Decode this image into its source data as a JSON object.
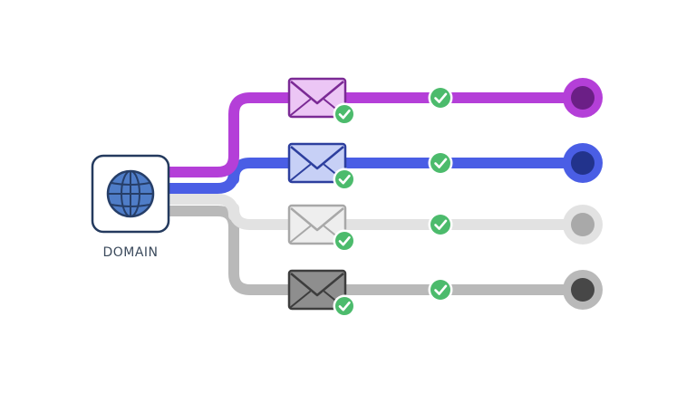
{
  "domain": {
    "label": "DOMAIN",
    "icon": "globe-icon",
    "colors": {
      "border": "#243a5e",
      "globe_fill": "#4f7dc8",
      "globe_stroke": "#263e68"
    }
  },
  "routes": [
    {
      "id": "purple",
      "icon": "envelope-icon",
      "status_icon": "check-icon",
      "endpoint_icon": "destination-node-icon",
      "colors": {
        "line": "#b43fd8",
        "env_fill": "#ecc6f5",
        "env_stroke": "#7b2a95",
        "node_outer": "#b43fd8",
        "node_inner": "#6b1f86"
      }
    },
    {
      "id": "blue",
      "icon": "envelope-icon",
      "status_icon": "check-icon",
      "endpoint_icon": "destination-node-icon",
      "colors": {
        "line": "#4a5ee5",
        "env_fill": "#c7d0f6",
        "env_stroke": "#2d3f9e",
        "node_outer": "#4a5ee5",
        "node_inner": "#22338c"
      }
    },
    {
      "id": "light-gray",
      "icon": "envelope-icon",
      "status_icon": "check-icon",
      "endpoint_icon": "destination-node-icon",
      "colors": {
        "line": "#e2e2e2",
        "env_fill": "#eeeeee",
        "env_stroke": "#a8a8a8",
        "node_outer": "#e2e2e2",
        "node_inner": "#a9a9a9"
      }
    },
    {
      "id": "dark-gray",
      "icon": "envelope-icon",
      "status_icon": "check-icon",
      "endpoint_icon": "destination-node-icon",
      "colors": {
        "line": "#b9b9b9",
        "env_fill": "#8e8e8e",
        "env_stroke": "#3d3d3d",
        "node_outer": "#b9b9b9",
        "node_inner": "#474747"
      }
    }
  ],
  "check_colors": {
    "fill": "#4cbb6c",
    "ring": "#ffffff"
  }
}
